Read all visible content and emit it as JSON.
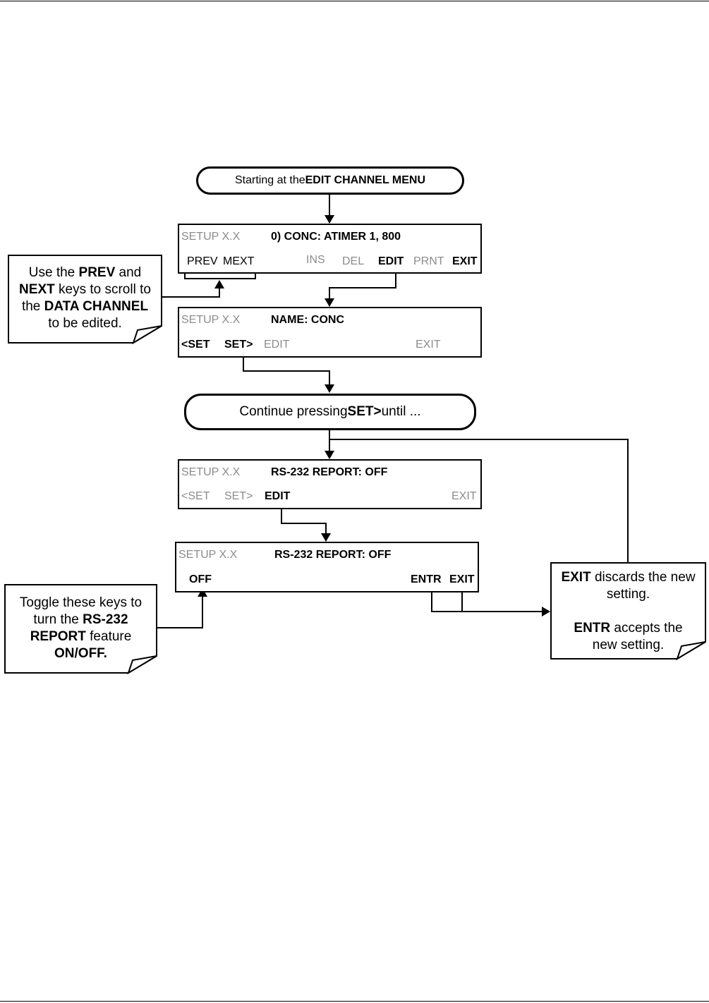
{
  "start": {
    "prefix": "Starting at the ",
    "bold": "EDIT CHANNEL MENU"
  },
  "screen1": {
    "title": "SETUP X.X",
    "msg": "0) CONC:  ATIMER 1, 800",
    "keys": {
      "prev": "PREV",
      "next": "MEXT",
      "ins": "INS",
      "del": "DEL",
      "edit": "EDIT",
      "prnt": "PRNT",
      "exit": "EXIT"
    }
  },
  "screen2": {
    "title": "SETUP X.X",
    "msg": "NAME: CONC",
    "keys": {
      "set_prev": "<SET",
      "set_next": "SET>",
      "edit": "EDIT",
      "exit": "EXIT"
    }
  },
  "cont": {
    "prefix": "Continue pressing ",
    "bold": "SET>",
    "suffix": " until ..."
  },
  "screen3": {
    "title": "SETUP X.X",
    "msg": "RS-232 REPORT: OFF",
    "keys": {
      "set_prev": "<SET",
      "set_next": "SET>",
      "edit": "EDIT",
      "exit": "EXIT"
    }
  },
  "screen4": {
    "title": "SETUP X.X",
    "msg": "RS-232 REPORT: OFF",
    "keys": {
      "off": "OFF",
      "entr": "ENTR",
      "exit": "EXIT"
    }
  },
  "note_left1": {
    "l1a": "Use the ",
    "l1b": "PREV",
    "l1c": " and",
    "l2a": "NEXT",
    "l2b": " keys to scroll to",
    "l3a": "the ",
    "l3b": "DATA CHANNEL",
    "l4": "to be edited."
  },
  "note_left2": {
    "l1": "Toggle these keys to",
    "l2a": "turn the ",
    "l2b": "RS-232",
    "l3a": "REPORT",
    "l3b": " feature",
    "l4": "ON/OFF."
  },
  "note_right": {
    "l1a": "EXIT",
    "l1b": " discards the new",
    "l2": "setting.",
    "l3a": "ENTR",
    "l3b": " accepts the",
    "l4": "new setting."
  }
}
